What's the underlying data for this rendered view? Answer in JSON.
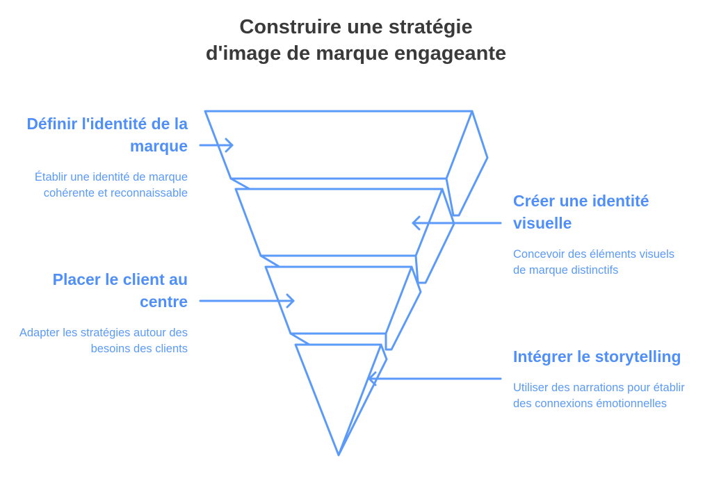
{
  "title": {
    "line1": "Construire une stratégie",
    "line2": "d'image de marque engageante"
  },
  "colors": {
    "accent": "#5b9af8",
    "title": "#3a3a3a"
  },
  "stages": [
    {
      "heading": "Définir l'identité de la marque",
      "description": "Établir une identité de marque cohérente et reconnaissable",
      "side": "left"
    },
    {
      "heading": "Créer une identité visuelle",
      "description": "Concevoir des éléments visuels de marque distinctifs",
      "side": "right"
    },
    {
      "heading": "Placer le client au centre",
      "description": "Adapter les stratégies autour des besoins des clients",
      "side": "left"
    },
    {
      "heading": "Intégrer le storytelling",
      "description": "Utiliser des narrations pour établir des connexions émotionnelles",
      "side": "right"
    }
  ]
}
